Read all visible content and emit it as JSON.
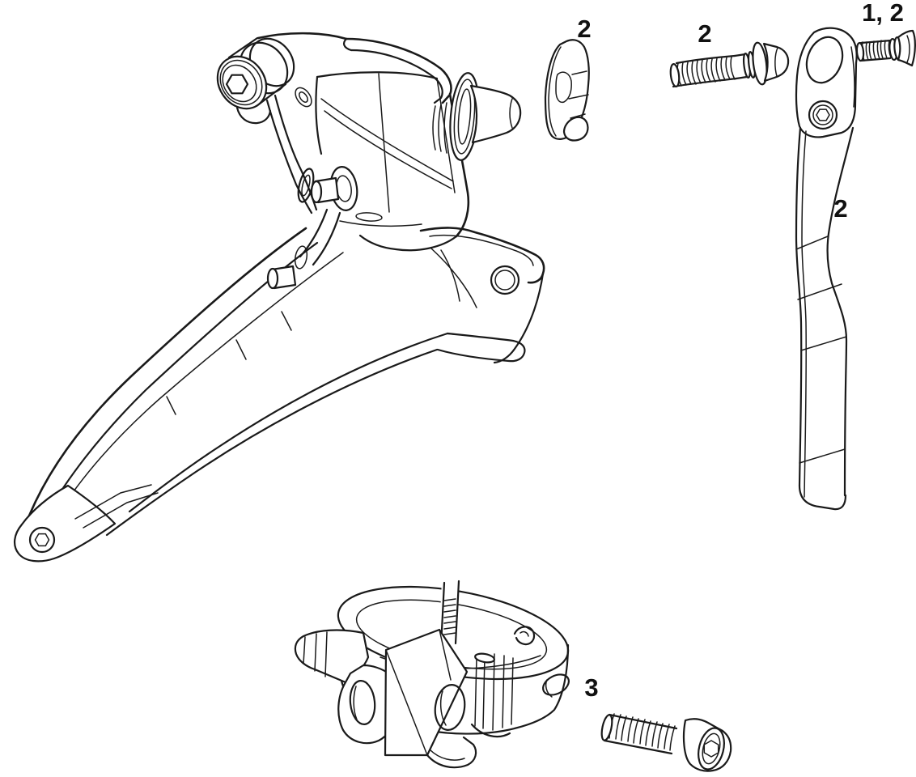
{
  "diagram": {
    "kind": "exploded-parts-line-drawing",
    "background_color": "#ffffff",
    "line_color": "#1a1a1a",
    "labels": [
      {
        "id": "braze-on-shim",
        "text": "2"
      },
      {
        "id": "spotter-mount-bolt",
        "text": "2"
      },
      {
        "id": "countersunk-bolt",
        "text": "1, 2"
      },
      {
        "id": "chain-spotter-arm",
        "text": "2"
      },
      {
        "id": "clamp-assembly",
        "text": "3"
      }
    ]
  }
}
